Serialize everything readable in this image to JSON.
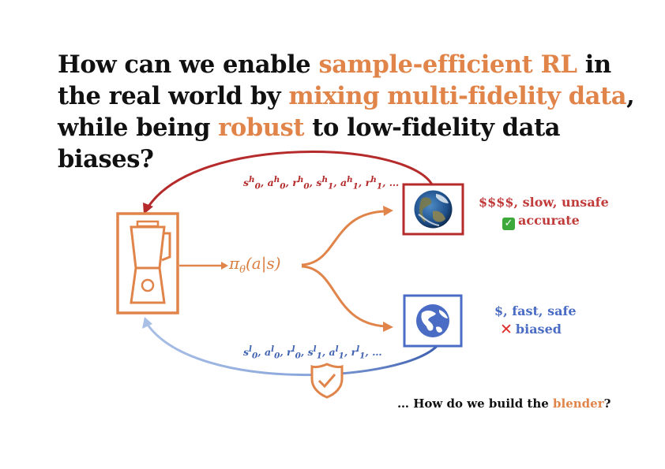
{
  "headline": {
    "part1": "How can we enable ",
    "highlight1": "sample-efficient RL",
    "part2": " in the real world by ",
    "highlight2": "mixing multi-fidelity data",
    "part3": ", while being ",
    "highlight3": "robust",
    "part4": " to low-fidelity data biases?"
  },
  "high_fidelity": {
    "sequence": {
      "s": "s",
      "a": "a",
      "r": "r",
      "sup": "h",
      "sub0": "0",
      "sub1": "1",
      "comma": ", ",
      "ellipsis": "…"
    },
    "cost_line": "$$$$, slow, unsafe",
    "quality_line": "accurate",
    "icon": "globe-photo-icon"
  },
  "low_fidelity": {
    "sequence": {
      "s": "s",
      "a": "a",
      "r": "r",
      "sup": "l",
      "sub0": "0",
      "sub1": "1",
      "comma": ", ",
      "ellipsis": "…"
    },
    "cost_line": "$, fast, safe",
    "quality_line": "biased",
    "icon": "globe-simulation-icon"
  },
  "policy": {
    "pi": "π",
    "theta": "θ",
    "args": "(a|s)"
  },
  "closing": {
    "prefix": "… How do we build the ",
    "highlight": "blender",
    "suffix": "?"
  },
  "colors": {
    "orange": "#E0844A",
    "red": "#B52A2A",
    "blue": "#4A6CC4",
    "light_blue": "#9DB5E0",
    "check_green": "#3BAA3B",
    "cross_red": "#E02B2B"
  },
  "icons": [
    "blender-icon",
    "shield-check-icon",
    "check-mark-icon",
    "cross-mark-icon"
  ]
}
